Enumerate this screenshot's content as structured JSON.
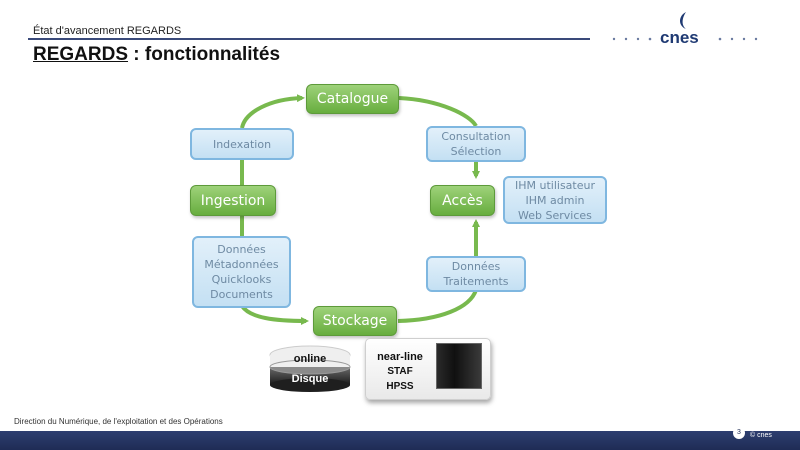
{
  "header": {
    "subtitle": "État d'avancement REGARDS",
    "title_product": "REGARDS",
    "title_rest": " : fonctionnalités",
    "logo_text": "cnes"
  },
  "diagram": {
    "catalogue": "Catalogue",
    "ingestion": "Ingestion",
    "acces": "Accès",
    "stockage": "Stockage",
    "indexation": "Indexation",
    "consultation": "Consultation\nSélection",
    "ihm": "IHM utilisateur\nIHM admin\nWeb Services",
    "donnees_meta": "Données\nMétadonnées\nQuicklooks\nDocuments",
    "donnees_trait": "Données\nTraitements"
  },
  "storage": {
    "online": "online",
    "disque": "Disque",
    "nearline": "near-line",
    "staf": "STAF",
    "hpss": "HPSS"
  },
  "footer": {
    "text": "Direction du Numérique, de l'exploitation et des Opérations",
    "page": "3",
    "logo": "© cnes"
  },
  "colors": {
    "green": "#67ad3e",
    "blue_border": "#7fb7e0",
    "blue_text": "#6e8aa3",
    "navy": "#1f2c55"
  }
}
